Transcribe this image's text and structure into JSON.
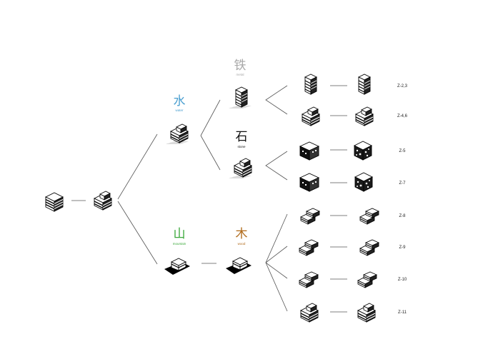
{
  "colors": {
    "water": "#4a9fd0",
    "metal": "#a8a8a8",
    "stone": "#111111",
    "mountain": "#3aa83a",
    "wood": "#b06a1a"
  },
  "elements": {
    "metal": {
      "glyph": "铁",
      "gloss": "metal"
    },
    "water": {
      "glyph": "水",
      "gloss": "water"
    },
    "stone": {
      "glyph": "石",
      "gloss": "stone"
    },
    "mountain": {
      "glyph": "山",
      "gloss": "mountain"
    },
    "wood": {
      "glyph": "木",
      "gloss": "wood"
    }
  },
  "variants": [
    "Z-2,3",
    "Z-4,6",
    "Z-5",
    "Z-7",
    "Z-8",
    "Z-9",
    "Z-10",
    "Z-11"
  ]
}
